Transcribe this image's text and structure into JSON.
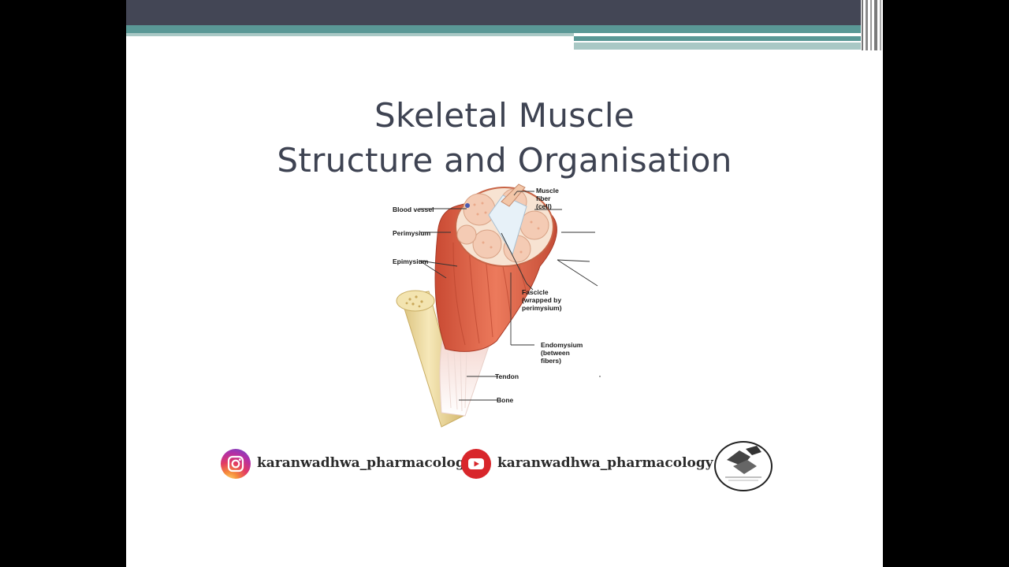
{
  "slide": {
    "title_line1": "Skeletal Muscle",
    "title_line2": "Structure and Organisation"
  },
  "diagram": {
    "labels": {
      "blood_vessel": "Blood vessel",
      "perimysium": "Perimysium",
      "epimysium": "Epimysium",
      "muscle_fiber_1": "Muscle",
      "muscle_fiber_2": "fiber",
      "muscle_fiber_3": "(cell)",
      "fascicle_1": "Fascicle",
      "fascicle_2": "(wrapped by",
      "fascicle_3": "perimysium)",
      "endomysium_1": "Endomysium",
      "endomysium_2": "(between",
      "endomysium_3": "fibers)",
      "tendon": "Tendon",
      "bone": "Bone"
    }
  },
  "footer": {
    "instagram_handle": "karanwadhwa_pharmacology",
    "youtube_handle": "karanwadhwa_pharmacology",
    "instagram_icon": "instagram-icon",
    "youtube_icon": "youtube-icon"
  },
  "colors": {
    "header_dark": "#434655",
    "header_teal": "#5a9896",
    "header_light": "#a9c8c5",
    "title": "#3e4352",
    "muscle": "#e0654a",
    "bone": "#ecd9a0",
    "youtube_red": "#d8262b"
  }
}
